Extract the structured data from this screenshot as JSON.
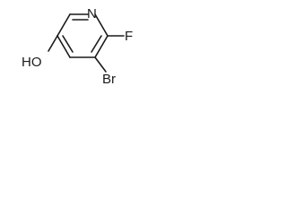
{
  "molecule": {
    "atoms": {
      "nitrogen": "N",
      "fluorine": "F",
      "bromine": "Br",
      "hydroxyl": "HO"
    }
  }
}
